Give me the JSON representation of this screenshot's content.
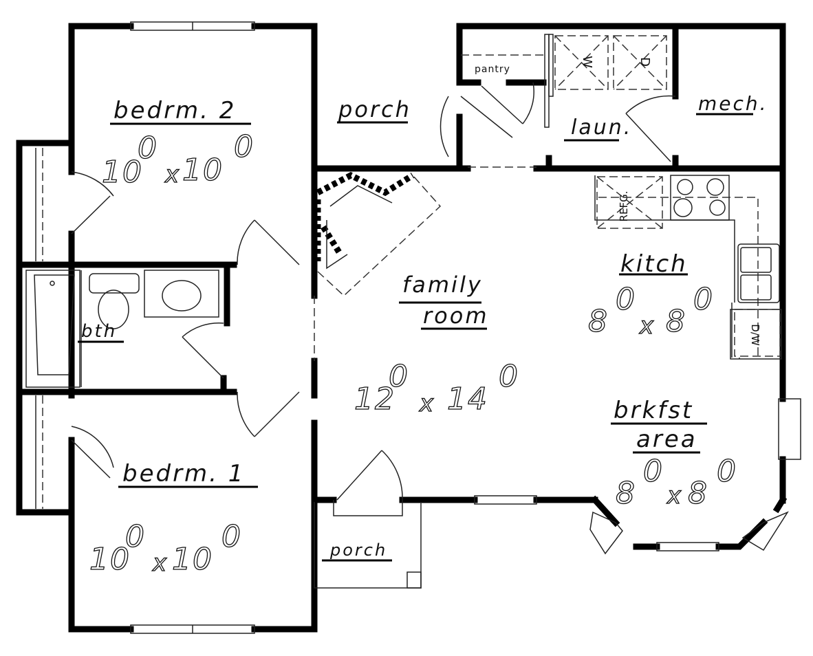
{
  "rooms": {
    "bedroom2": {
      "name": "bedrm. 2",
      "dim_a": "10",
      "dim_a_sup": "0",
      "dim_x": "x",
      "dim_b": "10",
      "dim_b_sup": "0"
    },
    "bedroom1": {
      "name": "bedrm. 1",
      "dim_a": "10",
      "dim_a_sup": "0",
      "dim_x": "x",
      "dim_b": "10",
      "dim_b_sup": "0"
    },
    "bath": {
      "name": "bth"
    },
    "porch_top": {
      "name": "porch"
    },
    "porch_bottom": {
      "name": "porch"
    },
    "pantry": {
      "name": "pantry"
    },
    "laundry": {
      "name": "laun.",
      "washer": "W",
      "dryer": "D"
    },
    "mech": {
      "name": "mech."
    },
    "family": {
      "name_line1": "family",
      "name_line2": "room",
      "dim_a": "12",
      "dim_a_sup": "0",
      "dim_x": "x",
      "dim_b": "14",
      "dim_b_sup": "0"
    },
    "kitchen": {
      "name": "kitch",
      "dim_a": "8",
      "dim_a_sup": "0",
      "dim_x": "x",
      "dim_b": "8",
      "dim_b_sup": "0",
      "fridge": "REFG.",
      "dishwasher": "D/W"
    },
    "breakfast": {
      "name_line1": "brkfst",
      "name_line2": "area",
      "dim_a": "8",
      "dim_a_sup": "0",
      "dim_x": "x",
      "dim_b": "8",
      "dim_b_sup": "0"
    }
  }
}
